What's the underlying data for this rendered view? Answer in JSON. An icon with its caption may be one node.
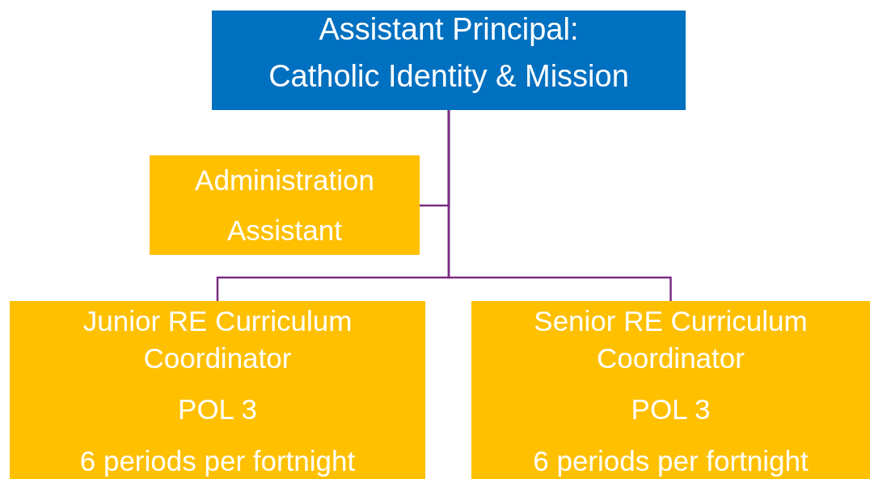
{
  "diagram": {
    "nodes": [
      {
        "text": [
          "Assistant Principal:",
          "Catholic Identity & Mission"
        ]
      },
      {
        "text": [
          "Administration Assistant"
        ]
      },
      {
        "text": [
          "Junior RE Curriculum Coordinator",
          "POL 3",
          "6 periods per fortnight"
        ]
      },
      {
        "text": [
          "Senior RE Curriculum Coordinator",
          "POL 3",
          "6 periods per fortnight"
        ]
      }
    ],
    "edges": [
      {
        "from": 0,
        "to": 1,
        "arrow": "none",
        "color": "#7b2c83"
      },
      {
        "from": 0,
        "to": 2,
        "arrow": "none",
        "color": "#7b2c83"
      },
      {
        "from": 0,
        "to": 3,
        "arrow": "none",
        "color": "#7b2c83"
      }
    ]
  }
}
